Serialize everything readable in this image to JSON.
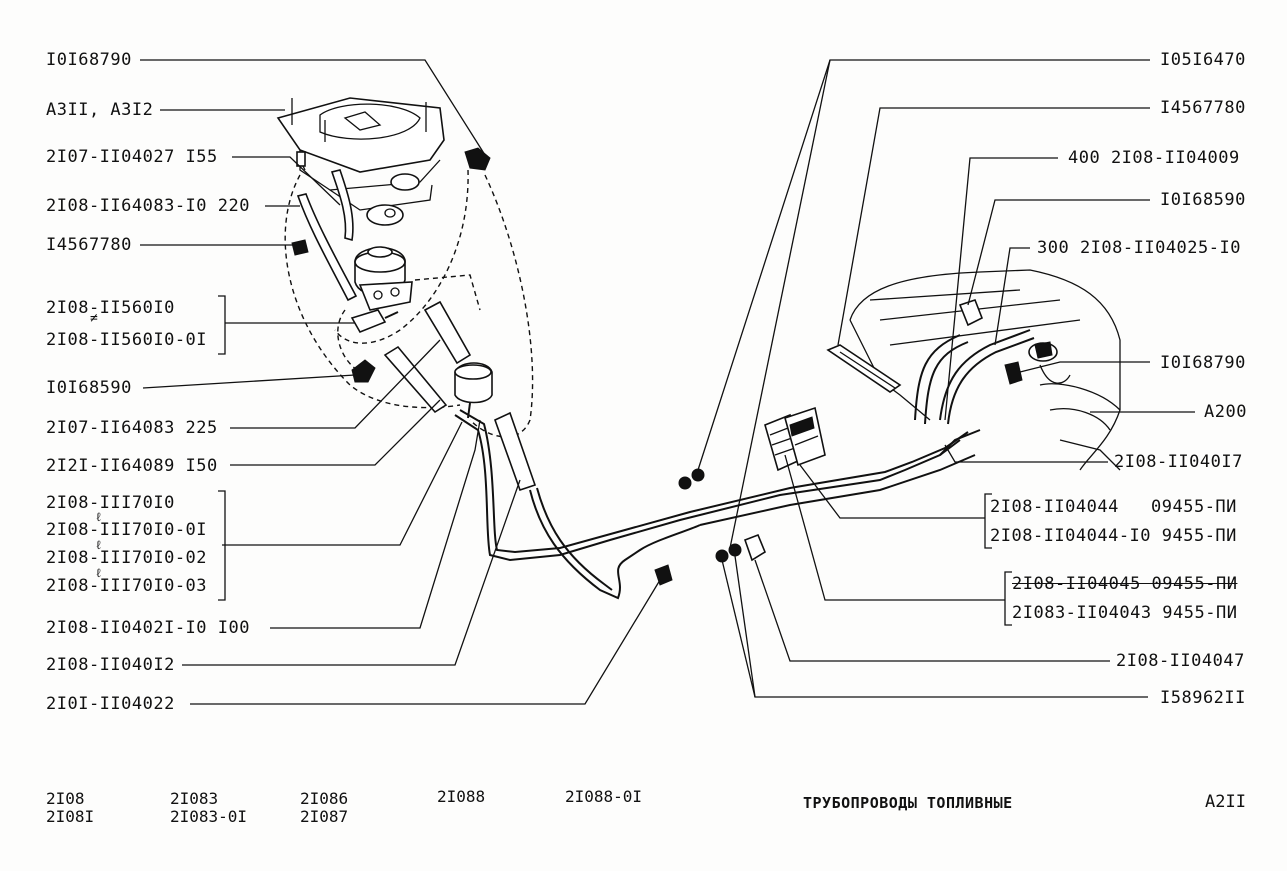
{
  "left_labels": [
    "I0I68790",
    "A3II, A3I2",
    "2I07-II04027 I55",
    "2I08-II64083-I0 220",
    "I4567780",
    "2I08-II560I0",
    "2I08-II560I0-0I",
    "I0I68590",
    "2I07-II64083 225",
    "2I2I-II64089 I50",
    "2I08-III70I0",
    "2I08-III70I0-0I",
    "2I08-III70I0-02",
    "2I08-III70I0-03",
    "2I08-II0402I-I0 I00",
    "2I08-II040I2",
    "2I0I-II04022"
  ],
  "right_labels": [
    "I05I6470",
    "I4567780",
    "400 2I08-II04009",
    "I0I68590",
    "300 2I08-II04025-I0",
    "I0I68790",
    "A200",
    "2I08-II040I7",
    "2I08-II04044   09455-ПИ",
    "2I08-II04044-I0 9455-ПИ",
    "2I08-II04045 09455-ПИ",
    "2I083-II04043 9455-ПИ",
    "2I08-II04047",
    "I58962II"
  ],
  "marks": {
    "not_equal": "≠",
    "ell": "ℓ"
  },
  "footer": {
    "models": [
      [
        "2I08",
        "2I08I"
      ],
      [
        "2I083",
        "2I083-0I"
      ],
      [
        "2I086",
        "2I087"
      ],
      [
        "2I088",
        ""
      ],
      [
        "2I088-0I",
        ""
      ]
    ],
    "title": "ТРУБОПРОВОДЫ ТОПЛИВНЫЕ",
    "page_code": "A2II"
  }
}
